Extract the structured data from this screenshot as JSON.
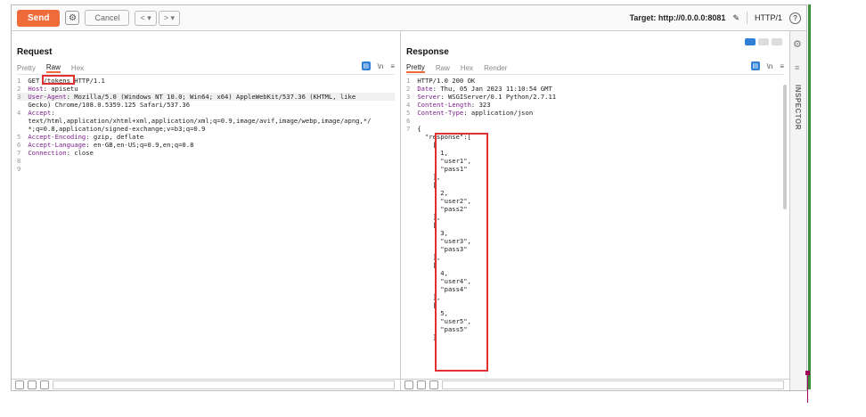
{
  "toolbar": {
    "send_label": "Send",
    "cancel_label": "Cancel",
    "back_label": "< ▾",
    "forward_label": "> ▾",
    "target_label": "Target: http://0.0.0.0:8081",
    "protocol_label": "HTTP/1",
    "help_label": "?"
  },
  "request": {
    "title": "Request",
    "tabs": [
      "Pretty",
      "Raw",
      "Hex"
    ],
    "active_tab": "Raw",
    "lines": [
      {
        "n": "1",
        "text": "GET /tokens HTTP/1.1"
      },
      {
        "n": "2",
        "text": "Host: apisetu"
      },
      {
        "n": "3",
        "text": "User-Agent: Mozilla/5.0 (Windows NT 10.0; Win64; x64) AppleWebKit/537.36 (KHTML, like"
      },
      {
        "n": "",
        "text": "Gecko) Chrome/108.0.5359.125 Safari/537.36"
      },
      {
        "n": "4",
        "text": "Accept:"
      },
      {
        "n": "",
        "text": "text/html,application/xhtml+xml,application/xml;q=0.9,image/avif,image/webp,image/apng,*/"
      },
      {
        "n": "",
        "text": "*;q=0.8,application/signed-exchange;v=b3;q=0.9"
      },
      {
        "n": "5",
        "text": "Accept-Encoding: gzip, deflate"
      },
      {
        "n": "6",
        "text": "Accept-Language: en-GB,en-US;q=0.9,en;q=0.8"
      },
      {
        "n": "7",
        "text": "Connection: close"
      },
      {
        "n": "8",
        "text": ""
      },
      {
        "n": "9",
        "text": ""
      }
    ]
  },
  "response": {
    "title": "Response",
    "tabs": [
      "Pretty",
      "Raw",
      "Hex",
      "Render"
    ],
    "active_tab": "Pretty",
    "lines": [
      {
        "n": "1",
        "text": "HTTP/1.0 200 OK"
      },
      {
        "n": "2",
        "text": "Date: Thu, 05 Jan 2023 11:10:54 GMT"
      },
      {
        "n": "3",
        "text": "Server: WSGIServer/0.1 Python/2.7.11"
      },
      {
        "n": "4",
        "text": "Content-Length: 323"
      },
      {
        "n": "5",
        "text": "Content-Type: application/json"
      },
      {
        "n": "6",
        "text": ""
      },
      {
        "n": "7",
        "text": "{"
      },
      {
        "n": "",
        "text": "  \"response\":["
      },
      {
        "n": "",
        "text": "    ["
      },
      {
        "n": "",
        "text": "      1,"
      },
      {
        "n": "",
        "text": "      \"user1\","
      },
      {
        "n": "",
        "text": "      \"pass1\""
      },
      {
        "n": "",
        "text": "    ],"
      },
      {
        "n": "",
        "text": "    ["
      },
      {
        "n": "",
        "text": "      2,"
      },
      {
        "n": "",
        "text": "      \"user2\","
      },
      {
        "n": "",
        "text": "      \"pass2\""
      },
      {
        "n": "",
        "text": "    ],"
      },
      {
        "n": "",
        "text": "    ["
      },
      {
        "n": "",
        "text": "      3,"
      },
      {
        "n": "",
        "text": "      \"user3\","
      },
      {
        "n": "",
        "text": "      \"pass3\""
      },
      {
        "n": "",
        "text": "    ],"
      },
      {
        "n": "",
        "text": "    ["
      },
      {
        "n": "",
        "text": "      4,"
      },
      {
        "n": "",
        "text": "      \"user4\","
      },
      {
        "n": "",
        "text": "      \"pass4\""
      },
      {
        "n": "",
        "text": "    ],"
      },
      {
        "n": "",
        "text": "    ["
      },
      {
        "n": "",
        "text": "      5,"
      },
      {
        "n": "",
        "text": "      \"user5\","
      },
      {
        "n": "",
        "text": "      \"pass5\""
      },
      {
        "n": "",
        "text": "    ]"
      }
    ]
  },
  "inspector": {
    "label": "INSPECTOR"
  },
  "colors": {
    "accent": "#f06b3a",
    "highlight_box": "#e03030",
    "toggle_active": "#2f7fd6"
  }
}
